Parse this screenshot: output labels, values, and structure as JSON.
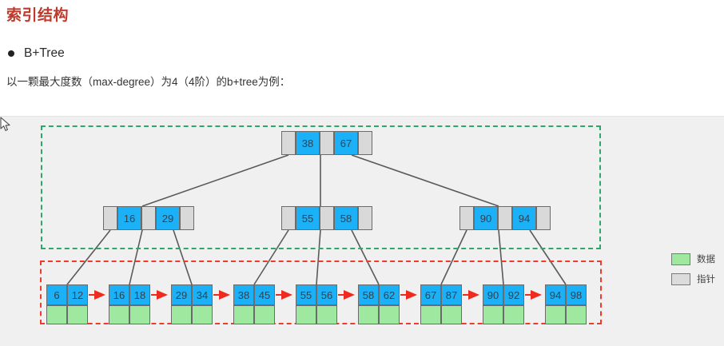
{
  "document": {
    "title": "索引结构",
    "bullet": "B+Tree",
    "bullet_icon": "bullet-dot-icon",
    "paragraph": "以一颗最大度数（max-degree）为4（4阶）的b+tree为例："
  },
  "legend": {
    "items": [
      {
        "swatch": "green",
        "label": "数据",
        "color": "#9fe89f"
      },
      {
        "swatch": "gray",
        "label": "指针",
        "color": "#dcdcdc"
      }
    ]
  },
  "colors": {
    "title": "#c0392b",
    "key_blue": "#1cb0f6",
    "data_green": "#9fe89f",
    "pointer_gray": "#d9d9d9",
    "index_box_dashed": "#2ea86a",
    "leaf_box_dashed": "#ef3b2c",
    "link_arrow": "#ef2b1f",
    "edge_line": "#5a5a5a",
    "canvas_bg": "#f0f0f0"
  },
  "tree": {
    "root": {
      "keys": [
        "38",
        "67"
      ]
    },
    "internal": [
      {
        "keys": [
          "16",
          "29"
        ]
      },
      {
        "keys": [
          "55",
          "58"
        ]
      },
      {
        "keys": [
          "90",
          "94"
        ]
      }
    ],
    "leaves": [
      {
        "keys": [
          "6",
          "12"
        ]
      },
      {
        "keys": [
          "16",
          "18"
        ]
      },
      {
        "keys": [
          "29",
          "34"
        ]
      },
      {
        "keys": [
          "38",
          "45"
        ]
      },
      {
        "keys": [
          "55",
          "56"
        ]
      },
      {
        "keys": [
          "58",
          "62"
        ]
      },
      {
        "keys": [
          "67",
          "87"
        ]
      },
      {
        "keys": [
          "90",
          "92"
        ]
      },
      {
        "keys": [
          "94",
          "98"
        ]
      }
    ]
  },
  "cursor": {
    "icon": "mouse-pointer-icon"
  }
}
